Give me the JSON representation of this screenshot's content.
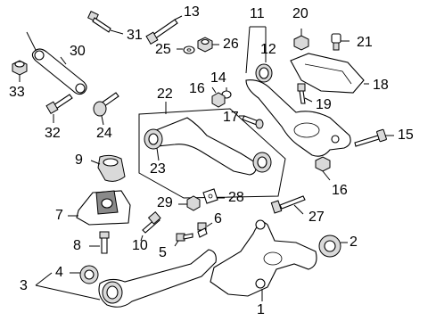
{
  "diagram": {
    "callouts": {
      "c1": "1",
      "c2": "2",
      "c3": "3",
      "c4": "4",
      "c5": "5",
      "c6": "6",
      "c7": "7",
      "c8": "8",
      "c9": "9",
      "c10": "10",
      "c11": "11",
      "c12": "12",
      "c13": "13",
      "c14": "14",
      "c15": "15",
      "c16a": "16",
      "c16b": "16",
      "c17": "17",
      "c18": "18",
      "c19": "19",
      "c20": "20",
      "c21": "21",
      "c22": "22",
      "c23": "23",
      "c24": "24",
      "c25": "25",
      "c26": "26",
      "c27": "27",
      "c28": "28",
      "c29": "29",
      "c30": "30",
      "c31": "31",
      "c32": "32",
      "c33": "33"
    }
  }
}
